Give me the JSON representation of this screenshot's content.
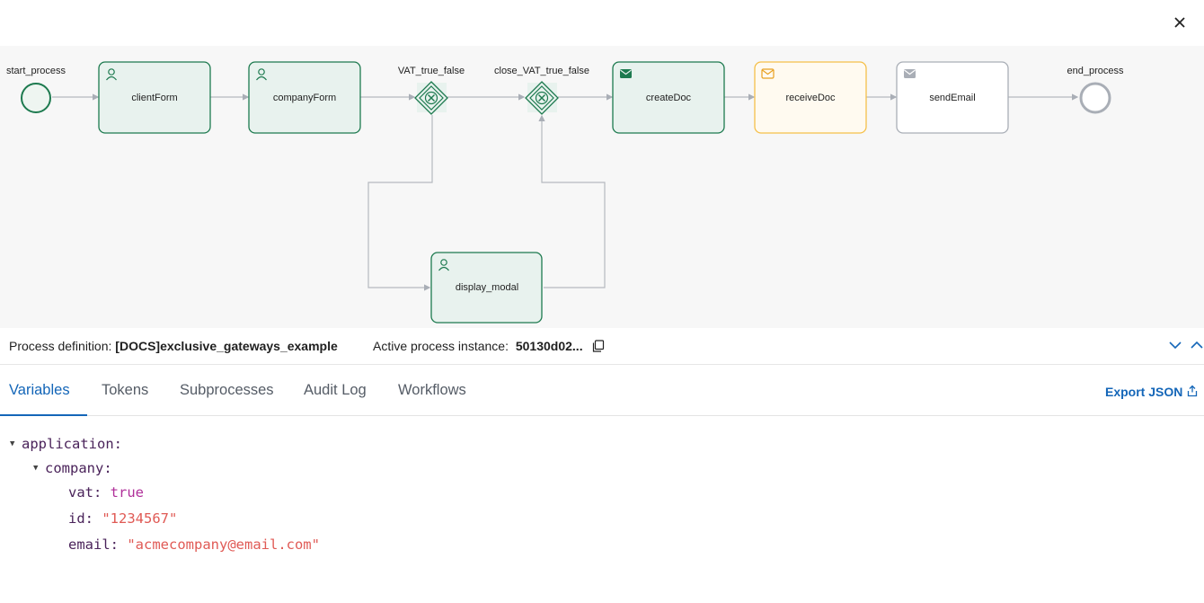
{
  "window": {
    "close_icon": "close-icon"
  },
  "diagram": {
    "nodes": {
      "start_process": "start_process",
      "clientForm": "clientForm",
      "companyForm": "companyForm",
      "vat_gateway": "VAT_true_false",
      "close_vat_gateway": "close_VAT_true_false",
      "createDoc": "createDoc",
      "receiveDoc": "receiveDoc",
      "sendEmail": "sendEmail",
      "end_process": "end_process",
      "display_modal": "display_modal"
    },
    "colors": {
      "active_green": "#1d7a4f",
      "active_fill": "#e8f2ee",
      "pending_yellow": "#f5c04a",
      "pending_fill": "#fffaf0",
      "inactive_gray": "#a9aeb6"
    }
  },
  "info": {
    "definition_label": "Process definition:",
    "definition_value": "[DOCS]exclusive_gateways_example",
    "instance_label": "Active process instance:",
    "instance_value": "50130d02..."
  },
  "tabs": {
    "items": [
      "Variables",
      "Tokens",
      "Subprocesses",
      "Audit Log",
      "Workflows"
    ],
    "active": "Variables",
    "export_label": "Export JSON"
  },
  "variables": {
    "application_key": "application",
    "company_key": "company",
    "vat_key": "vat",
    "vat_value": "true",
    "id_key": "id",
    "id_value": "\"1234567\"",
    "email_key": "email",
    "email_value": "\"acmecompany@email.com\""
  }
}
